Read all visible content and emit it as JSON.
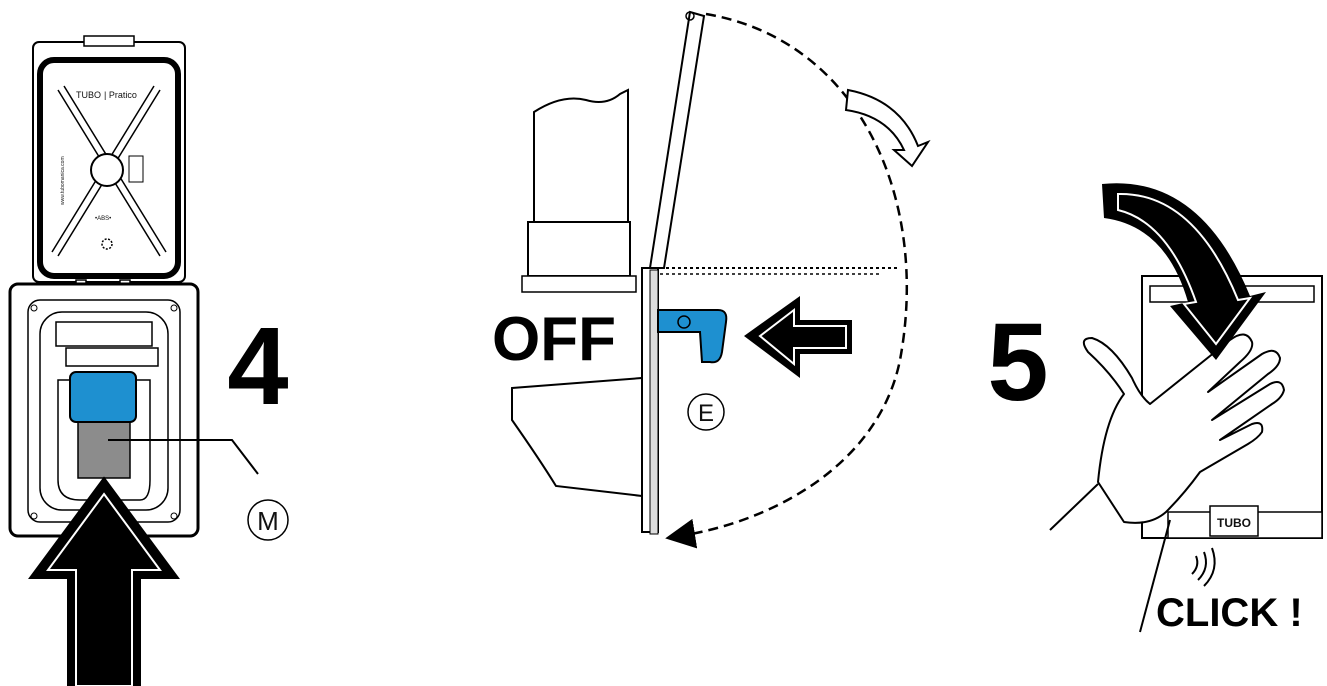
{
  "steps": {
    "step4": "4",
    "step5": "5"
  },
  "labels": {
    "off": "OFF",
    "click": "CLICK !",
    "marker_m": "M",
    "marker_e": "E"
  },
  "cover": {
    "brand": "TUBO",
    "model": "| Pratico",
    "abs": "•ABS•",
    "website": "www.tubomanica.com"
  },
  "front_badge": "TUBO",
  "colors": {
    "accent_blue": "#1e90d0",
    "plug_gray": "#8c8c8c",
    "ink": "#000000"
  }
}
